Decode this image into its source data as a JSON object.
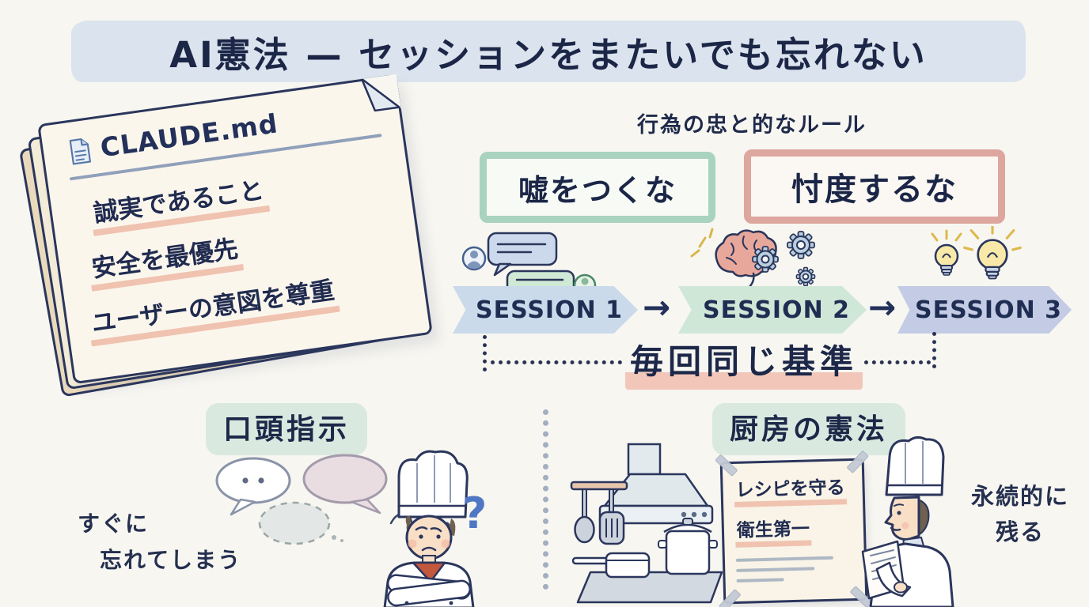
{
  "title": "AI憲法 — セッションをまたいでも忘れない",
  "note": {
    "filename": "CLAUDE.md",
    "items": [
      "誠実であること",
      "安全を最優先",
      "ユーザーの意図を尊重"
    ]
  },
  "rules": {
    "caption": "行為の忠と的なルール",
    "rule1": "嘘をつくな",
    "rule2": "忖度するな"
  },
  "sessions": {
    "labels": [
      "SESSION 1",
      "SESSION 2",
      "SESSION 3"
    ],
    "arrow_symbol": "→",
    "baseline": "毎回同じ基準"
  },
  "left_panel": {
    "heading": "口頭指示",
    "note_line1": "すぐに",
    "note_line2": "忘れてしまう",
    "question_mark": "?"
  },
  "right_panel": {
    "heading": "厨房の憲法",
    "poster_lines": [
      "レシピを守る",
      "衛生第一"
    ],
    "note_line1": "永続的に",
    "note_line2": "残る"
  },
  "colors": {
    "background": "#f7f6f1",
    "ink": "#232e52",
    "title_band": "#dbe3ee",
    "note_paper": "#fbf6ec",
    "underline_pink": "#f0c2b0",
    "rule_green_border": "#a9d3bf",
    "rule_red_border": "#dda69e",
    "arrow_blue": "#cadaeb",
    "arrow_green": "#cfe7d6",
    "arrow_lavender": "#c3cce4",
    "highlight_mint": "#d9e9df",
    "highlight_pink": "#f2c6b9",
    "question_blue": "#4f77c4"
  }
}
